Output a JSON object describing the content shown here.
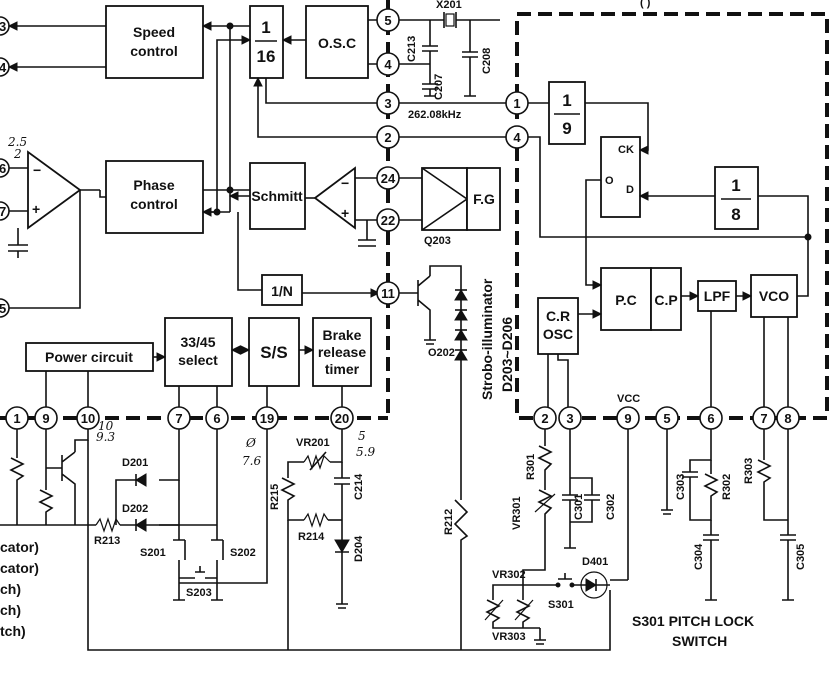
{
  "blocks": {
    "speed_control": [
      "Speed",
      "control"
    ],
    "phase_control": [
      "Phase",
      "control"
    ],
    "div16": [
      "1",
      "16"
    ],
    "osc": "O.S.C",
    "schmitt": "Schmitt",
    "fg": "F.G",
    "div_n": "1/N",
    "power_circuit": "Power circuit",
    "select_3345": [
      "33/45",
      "select"
    ],
    "ss": "S/S",
    "brake": [
      "Brake",
      "release",
      "timer"
    ],
    "div9": [
      "1",
      "9"
    ],
    "div8": [
      "1",
      "8"
    ],
    "ck": "CK",
    "q_out": "O",
    "d_in": "D",
    "cr_osc": [
      "C.R",
      "OSC"
    ],
    "pc": "P.C",
    "cp": "C.P",
    "lpf": "LPF",
    "vco": "VCO"
  },
  "pins_left_ic": [
    "5",
    "4",
    "3",
    "2",
    "24",
    "22",
    "11"
  ],
  "pins_left_edge": [
    "3",
    "4",
    "6",
    "7",
    "5"
  ],
  "pins_bottom_left": [
    "1",
    "9",
    "10",
    "7",
    "6",
    "19",
    "20"
  ],
  "pins_right_top": [
    "1",
    "4"
  ],
  "pins_right_bottom": [
    "2",
    "3",
    "9",
    "5",
    "6",
    "7",
    "8"
  ],
  "components": {
    "x201": "X201",
    "c213": "C213",
    "c207": "C207",
    "c208": "C208",
    "freq": "262.08kHz",
    "q203": "Q203",
    "q202": "O202",
    "d201": "D201",
    "d202": "D202",
    "s201": "S201",
    "s202": "S202",
    "s203": "S203",
    "r213": "R213",
    "r215": "R215",
    "vr201": "VR201",
    "r214": "R214",
    "c214": "C214",
    "d204": "D204",
    "r212": "R212",
    "r301": "R301",
    "vr301": "VR301",
    "c301": "C301",
    "c302": "C302",
    "vcc": "VCC",
    "c303": "C303",
    "r302": "R302",
    "c304": "C304",
    "r303": "R303",
    "c305": "C305",
    "vr302": "VR302",
    "vr303": "VR303",
    "s301": "S301",
    "d401": "D401"
  },
  "strobo_label": [
    "Strobo-illuminator",
    "D203~D206"
  ],
  "pitch_lock_label": [
    "S301 PITCH LOCK",
    "SWITCH"
  ],
  "left_cut_labels": [
    "cator)",
    "cator)",
    "ch)",
    "ch)",
    "tch)"
  ],
  "top_cut_label": "(      )",
  "handwritten": {
    "v1": "2.5",
    "v1b": "2",
    "v2": "10",
    "v2b": "9.3",
    "v3": "Ø",
    "v3b": "7.6",
    "v4": "5",
    "v4b": "5.9"
  }
}
